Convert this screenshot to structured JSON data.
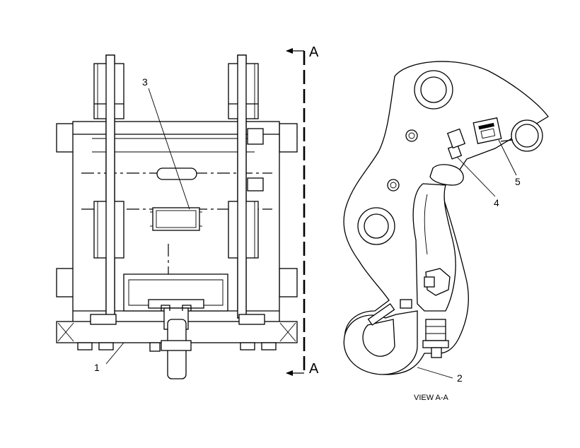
{
  "section_marker": {
    "top_letter": "A",
    "bottom_letter": "A"
  },
  "callouts": [
    {
      "id": "1",
      "label": "1"
    },
    {
      "id": "2",
      "label": "2"
    },
    {
      "id": "3",
      "label": "3"
    },
    {
      "id": "4",
      "label": "4"
    },
    {
      "id": "5",
      "label": "5"
    }
  ],
  "view_caption": "VIEW A-A"
}
